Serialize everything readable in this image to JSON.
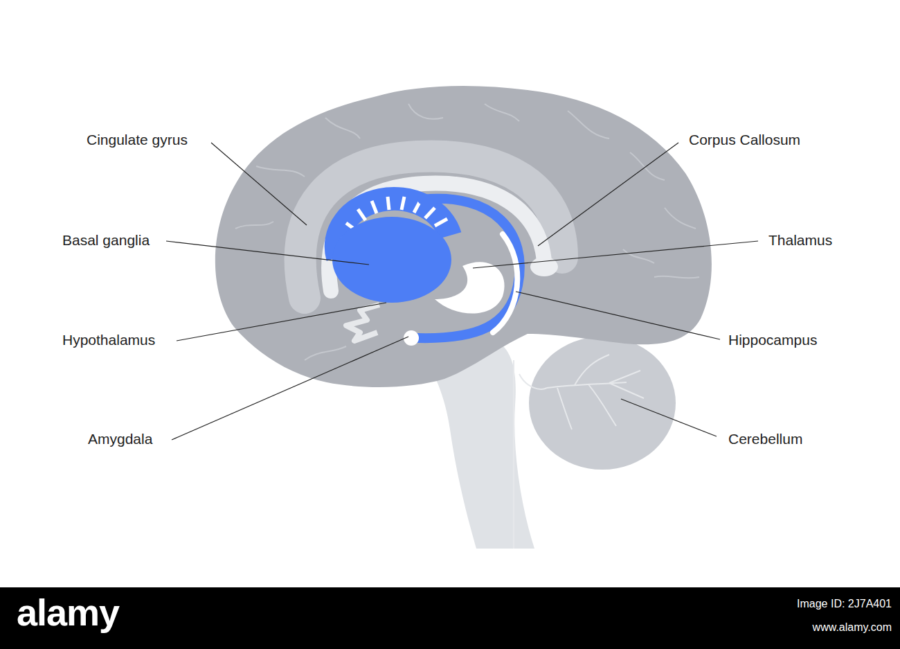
{
  "diagram": {
    "labels": [
      "Cingulate gyrus",
      "Basal ganglia",
      "Hypothalamus",
      "Amygdala",
      "Corpus Callosum",
      "Thalamus",
      "Hippocampus",
      "Cerebellum",
      "alamy",
      "Image ID: 2J7A401",
      "www.alamy.com"
    ]
  }
}
